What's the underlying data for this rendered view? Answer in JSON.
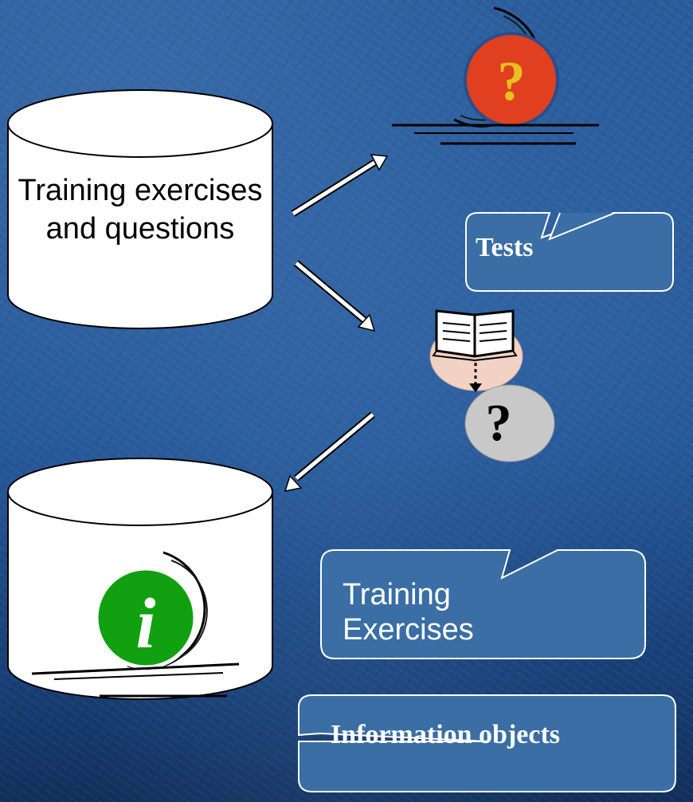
{
  "diagram": {
    "top_database_label": "Training exercises and questions",
    "tests_callout": "Tests",
    "training_exercises_callout": {
      "line1": "Training",
      "line2": "Exercises"
    },
    "information_objects_callout": "Information objects",
    "question_mark": "?",
    "info_mark": "i"
  },
  "colors": {
    "background": "#1f5293",
    "callout_fill": "#3a6ea5",
    "question_badge": "#e0401f",
    "info_badge": "#10a010",
    "arrow": "#ffffff"
  },
  "icons": [
    "question-badge-icon",
    "info-badge-icon",
    "book-question-icon",
    "arrow-icon"
  ]
}
